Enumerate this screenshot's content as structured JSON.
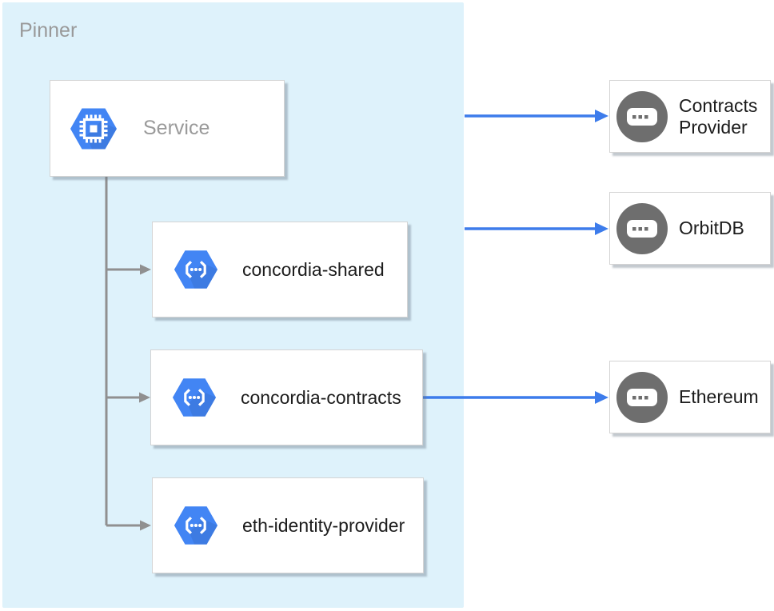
{
  "container": {
    "label": "Pinner"
  },
  "nodes": {
    "service": {
      "label": "Service",
      "icon": "compute-engine-hexagon-icon"
    },
    "children": [
      {
        "label": "concordia-shared",
        "icon": "cloud-functions-hexagon-icon"
      },
      {
        "label": "concordia-contracts",
        "icon": "cloud-functions-hexagon-icon"
      },
      {
        "label": "eth-identity-provider",
        "icon": "cloud-functions-hexagon-icon"
      }
    ],
    "external": [
      {
        "label": "Contracts Provider",
        "icon": "generic-service-ellipsis-icon"
      },
      {
        "label": "OrbitDB",
        "icon": "generic-service-ellipsis-icon"
      },
      {
        "label": "Ethereum",
        "icon": "generic-service-ellipsis-icon"
      }
    ]
  },
  "colors": {
    "zone_background": "#def2fb",
    "hexagon_blue": "#4285f4",
    "edge_blue": "#3d7ceb",
    "edge_gray": "#909090",
    "icon_circle_gray": "#6e6e6e",
    "muted_text": "#9a9a9a",
    "label_text": "#1c1c1c"
  }
}
